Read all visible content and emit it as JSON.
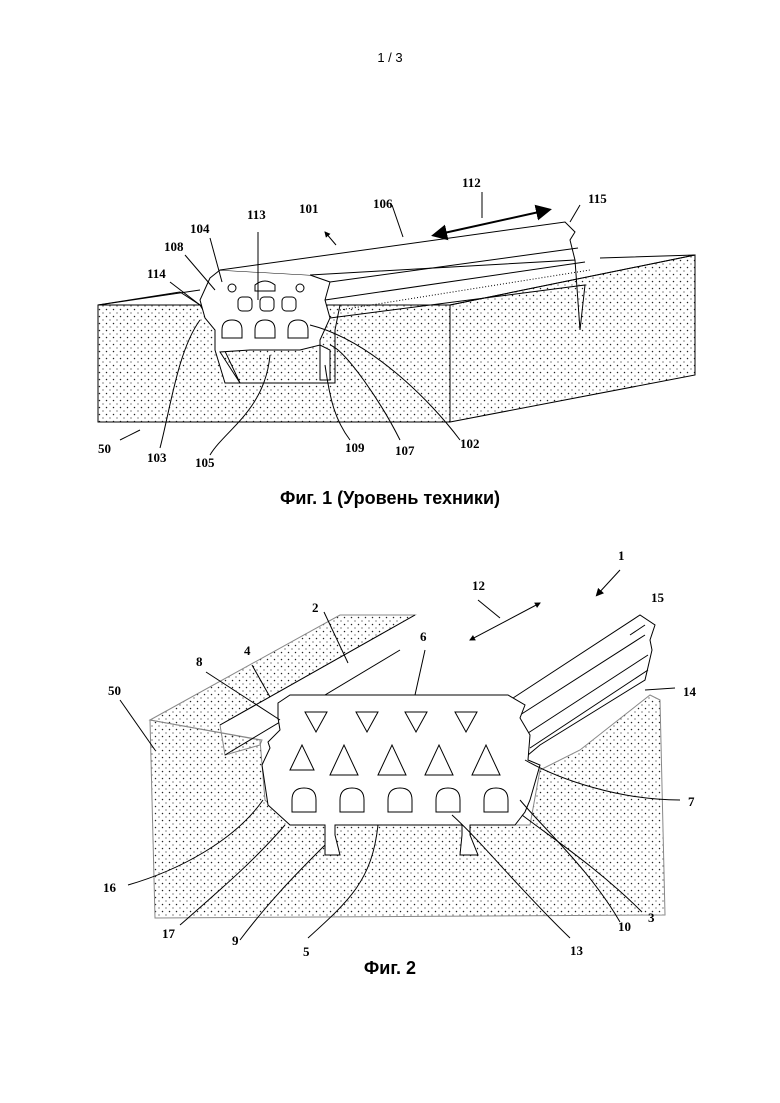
{
  "page_number": "1 / 3",
  "figure1": {
    "caption": "Фиг. 1 (Уровень техники)",
    "labels": {
      "l101": "101",
      "l102": "102",
      "l103": "103",
      "l104": "104",
      "l105": "105",
      "l106": "106",
      "l107": "107",
      "l108": "108",
      "l109": "109",
      "l112": "112",
      "l113": "113",
      "l114": "114",
      "l115": "115",
      "l50": "50"
    }
  },
  "figure2": {
    "caption": "Фиг. 2",
    "labels": {
      "l1": "1",
      "l2": "2",
      "l3": "3",
      "l4": "4",
      "l5": "5",
      "l6": "6",
      "l7": "7",
      "l8": "8",
      "l9": "9",
      "l10": "10",
      "l12": "12",
      "l13": "13",
      "l14": "14",
      "l15": "15",
      "l16": "16",
      "l17": "17",
      "l50": "50"
    }
  }
}
